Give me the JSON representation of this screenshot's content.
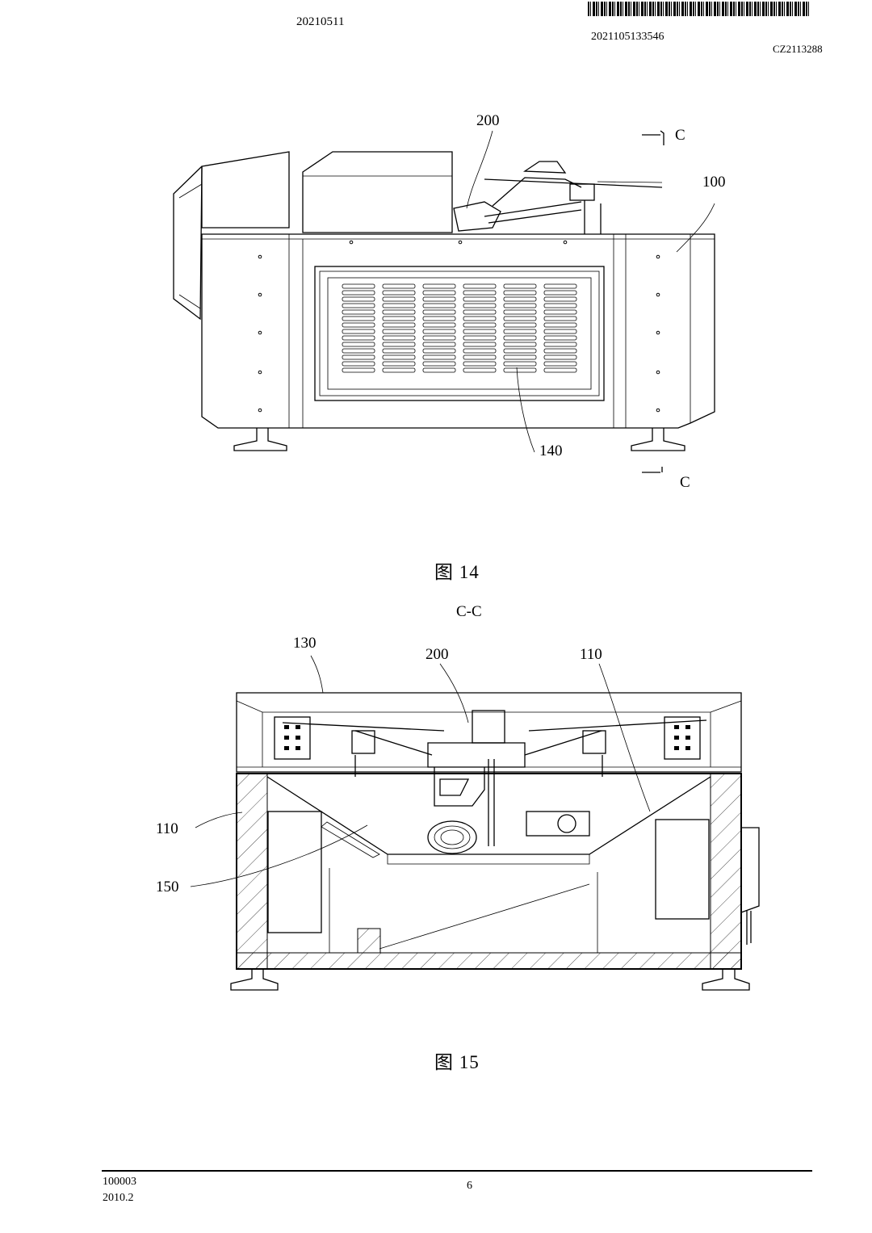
{
  "header": {
    "date": "20210511",
    "barcode_number": "2021105133546",
    "doc_code": "CZ2113288"
  },
  "figure14": {
    "section_marker_top": "C",
    "section_marker_bottom": "C",
    "labels": {
      "ref_200": "200",
      "ref_100": "100",
      "ref_140": "140"
    },
    "caption": "图 14"
  },
  "figure15": {
    "section_title": "C-C",
    "labels": {
      "ref_130": "130",
      "ref_200": "200",
      "ref_110_top": "110",
      "ref_110_left": "110",
      "ref_150": "150"
    },
    "caption": "图 15"
  },
  "footer": {
    "code": "100003",
    "version": "2010.2",
    "page_number": "6"
  }
}
